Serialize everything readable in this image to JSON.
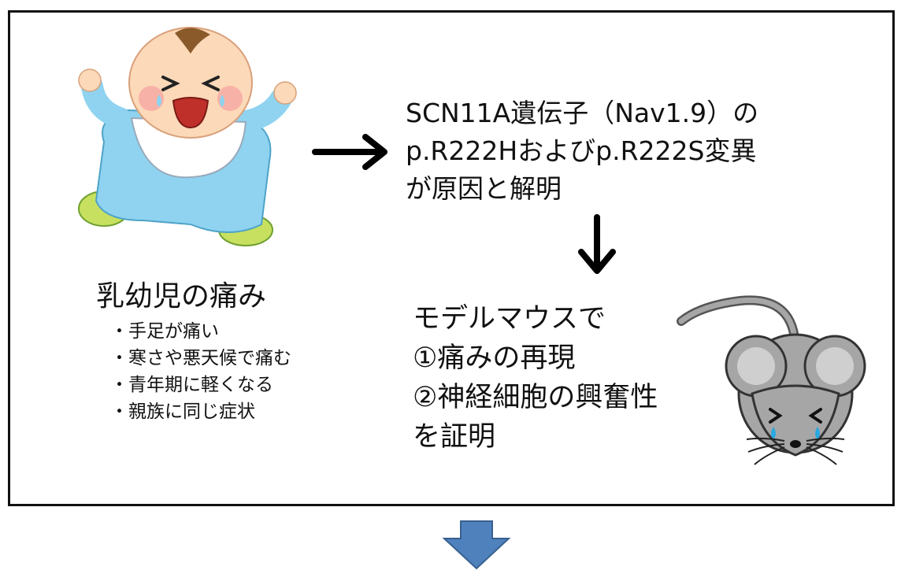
{
  "result": {
    "lines": [
      "SCN11A遺伝子（Nav1.9）の",
      "p.R222Hおよびp.R222S変異",
      "が原因と解明"
    ]
  },
  "infant": {
    "title": "乳幼児の痛み",
    "symptoms": [
      "手足が痛い",
      "寒さや悪天候で痛む",
      "青年期に軽くなる",
      "親族に同じ症状"
    ]
  },
  "mouse": {
    "lines": [
      "モデルマウスで",
      "①痛みの再現",
      "②神経細胞の興奮性",
      "を証明"
    ]
  },
  "colors": {
    "down_arrow_fill": "#4f81bd",
    "down_arrow_stroke": "#38618f",
    "baby_outfit": "#8fd3f0",
    "mouse_body": "#a6a6a6",
    "tear": "#29a8e0"
  },
  "icons": [
    "crying-baby-icon",
    "crying-mouse-icon",
    "right-arrow-icon",
    "down-arrow-icon",
    "big-down-arrow-icon"
  ]
}
